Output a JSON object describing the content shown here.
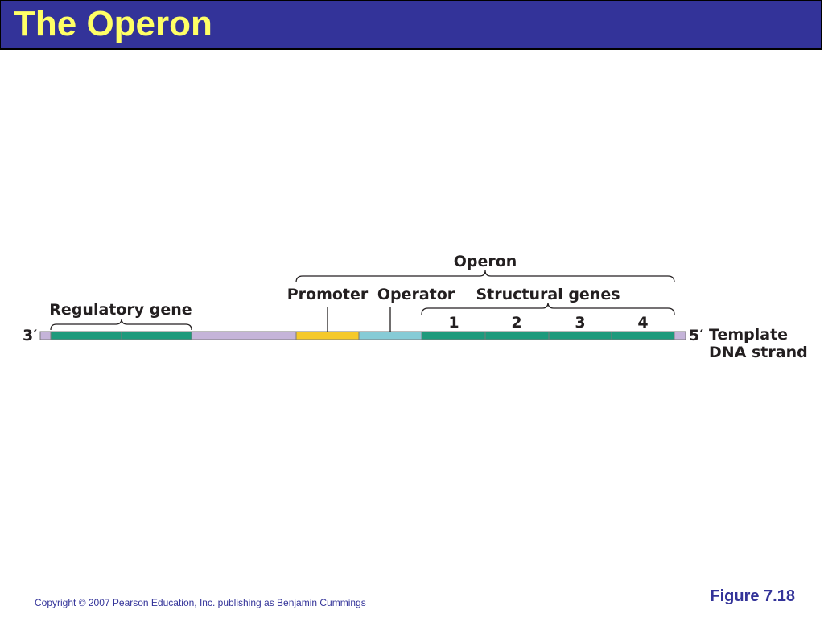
{
  "slide": {
    "title": "The Operon",
    "figure_label": "Figure 7.18",
    "copyright": "Copyright © 2007 Pearson Education, Inc. publishing as Benjamin Cummings"
  },
  "diagram": {
    "labels": {
      "operon": "Operon",
      "promoter": "Promoter",
      "operator": "Operator",
      "structural_genes": "Structural genes",
      "regulatory_gene": "Regulatory gene",
      "end_3": "3′",
      "end_5": "5′",
      "strand_line1": "Template",
      "strand_line2": "DNA strand"
    },
    "gene_numbers": [
      "1",
      "2",
      "3",
      "4"
    ],
    "colors": {
      "spacer": "#c5b4d9",
      "gene": "#1e9a7c",
      "promoter": "#f5c92a",
      "operator": "#86cbd6",
      "outline": "#7a7a7a",
      "text": "#231f20"
    }
  }
}
